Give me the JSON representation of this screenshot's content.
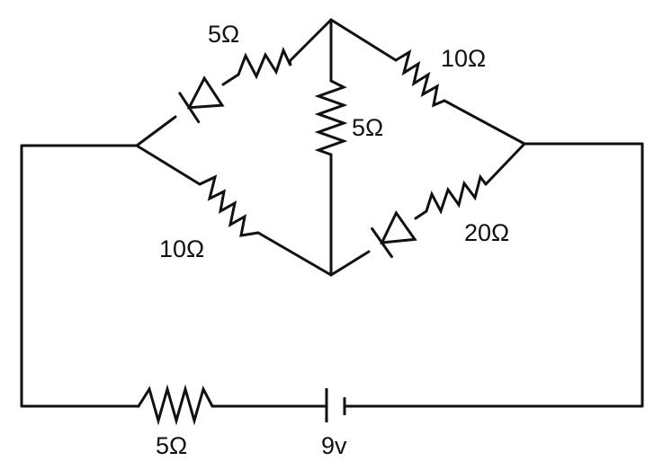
{
  "labels": {
    "r_top_left": "5Ω",
    "r_top_right": "10Ω",
    "r_middle": "5Ω",
    "r_bottom_left": "10Ω",
    "r_bottom_right": "20Ω",
    "r_battery_branch": "5Ω",
    "battery": "9v"
  }
}
